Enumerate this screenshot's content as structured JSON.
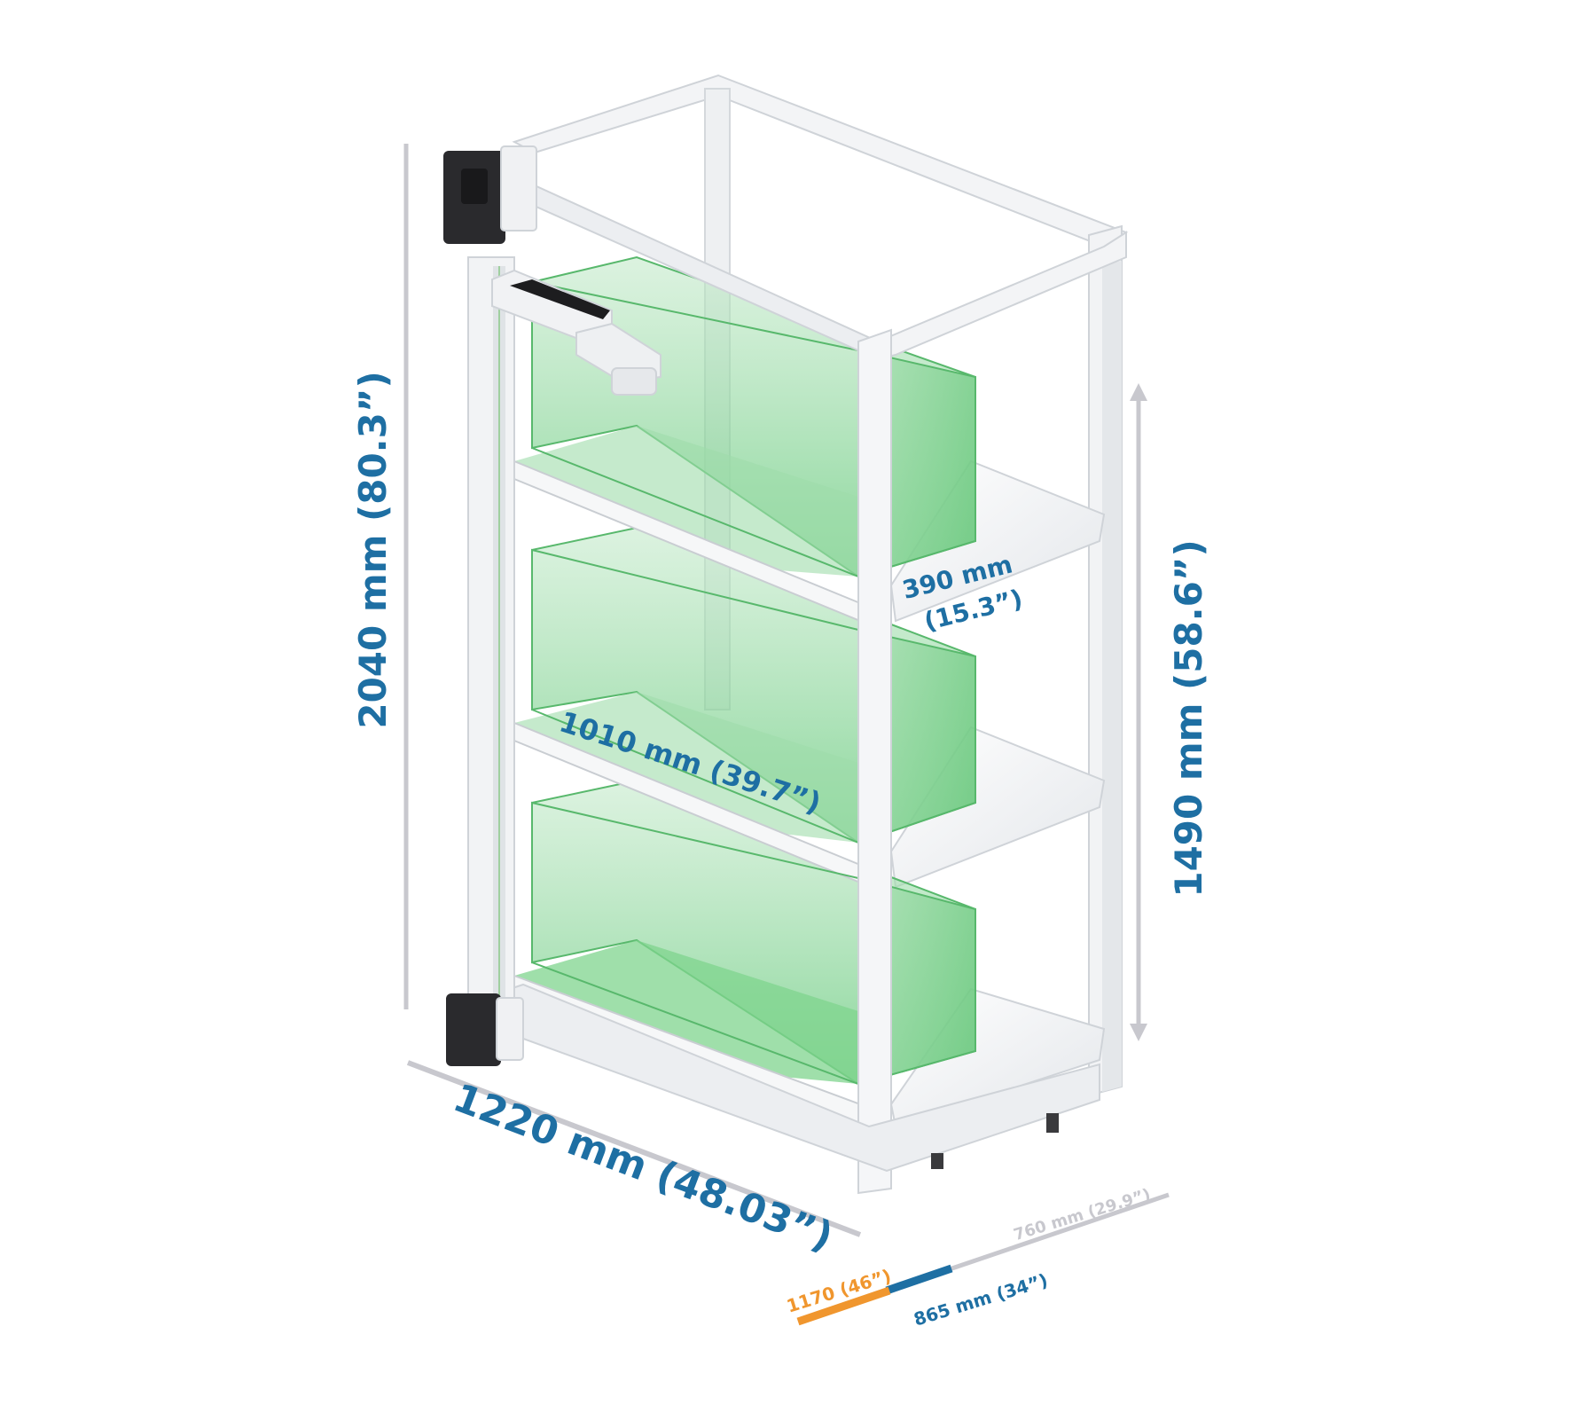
{
  "colors": {
    "primary_dim": "#1e6fa3",
    "secondary_dim": "#c8c8ce",
    "accent_orange": "#f0962e",
    "frame": "#f3f4f6",
    "frame_edge": "#cfd3d8",
    "glass": "#7fd48e",
    "dark_module": "#2a2a2d"
  },
  "dimensions": {
    "height_total": "2040 mm (80.3”)",
    "height_inner": "1490 mm (58.6”)",
    "width": "1220 mm (48.03”)",
    "tank_length": "1010 mm (39.7”)",
    "tank_depth_line1": "390 mm",
    "tank_depth_line2": "(15.3”)",
    "depth_max": "760 mm (29.9”)",
    "depth_mid": "865 mm (34”)",
    "depth_min": "1170 (46”)"
  }
}
